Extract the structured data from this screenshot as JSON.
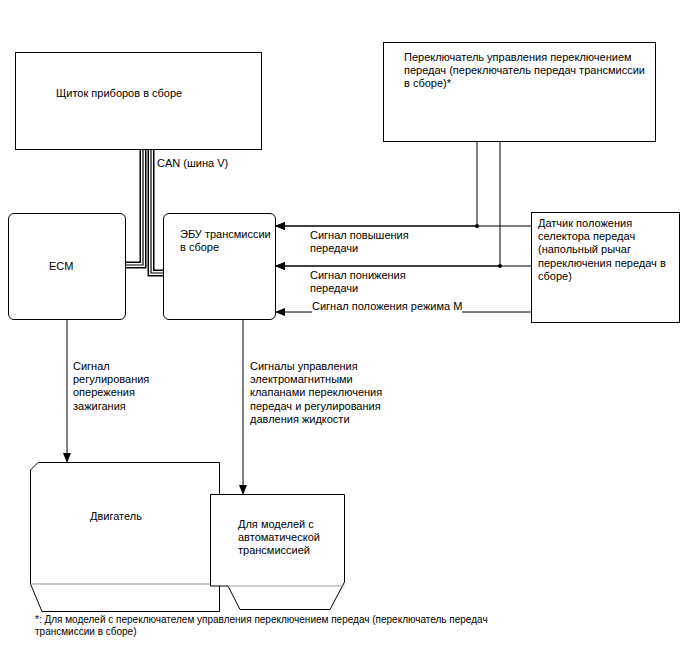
{
  "diagram": {
    "nodes": [
      {
        "text": [
          "Щиток приборов в сборе"
        ]
      },
      {
        "text": [
          "Переключатель управления переключением передач (переключатель передач трансмиссии в сборе)*"
        ]
      },
      {
        "text": [
          "ECM"
        ]
      },
      {
        "text": [
          "ЭБУ трансмиссии в сборе"
        ]
      },
      {
        "text": [
          "Датчик положения селектора передач (напольный рычаг переключения передач в сборе)"
        ]
      },
      {
        "text": [
          "Двигатель"
        ]
      },
      {
        "text": [
          "Для моделей с автоматической трансмиссией"
        ]
      }
    ],
    "edges": [
      {
        "from": 0,
        "to": 2,
        "label": "CAN (шина V)",
        "arrow": "none"
      },
      {
        "from": 0,
        "to": 3,
        "arrow": "none"
      },
      {
        "from": 4,
        "to": 3,
        "label": "Сигнал повышения передачи",
        "arrow": "to"
      },
      {
        "from": 1,
        "to": 3,
        "arrow": "to"
      },
      {
        "from": 4,
        "to": 3,
        "label": "Сигнал понижения передачи",
        "arrow": "to"
      },
      {
        "from": 1,
        "to": 3,
        "arrow": "to"
      },
      {
        "from": 4,
        "to": 3,
        "label": "Сигнал положения режима M",
        "arrow": "to"
      },
      {
        "from": 2,
        "to": 5,
        "label": "Сигнал регулирования опережения зажигания",
        "arrow": "to"
      },
      {
        "from": 3,
        "to": 6,
        "label": "Сигналы управления электромагнитными клапанами переключения передач и регулирования давления жидкости",
        "arrow": "to"
      }
    ],
    "labels": [
      "*: Для моделей с переключателем управления переключением передач (переключатель передач трансмиссии в сборе)"
    ]
  }
}
